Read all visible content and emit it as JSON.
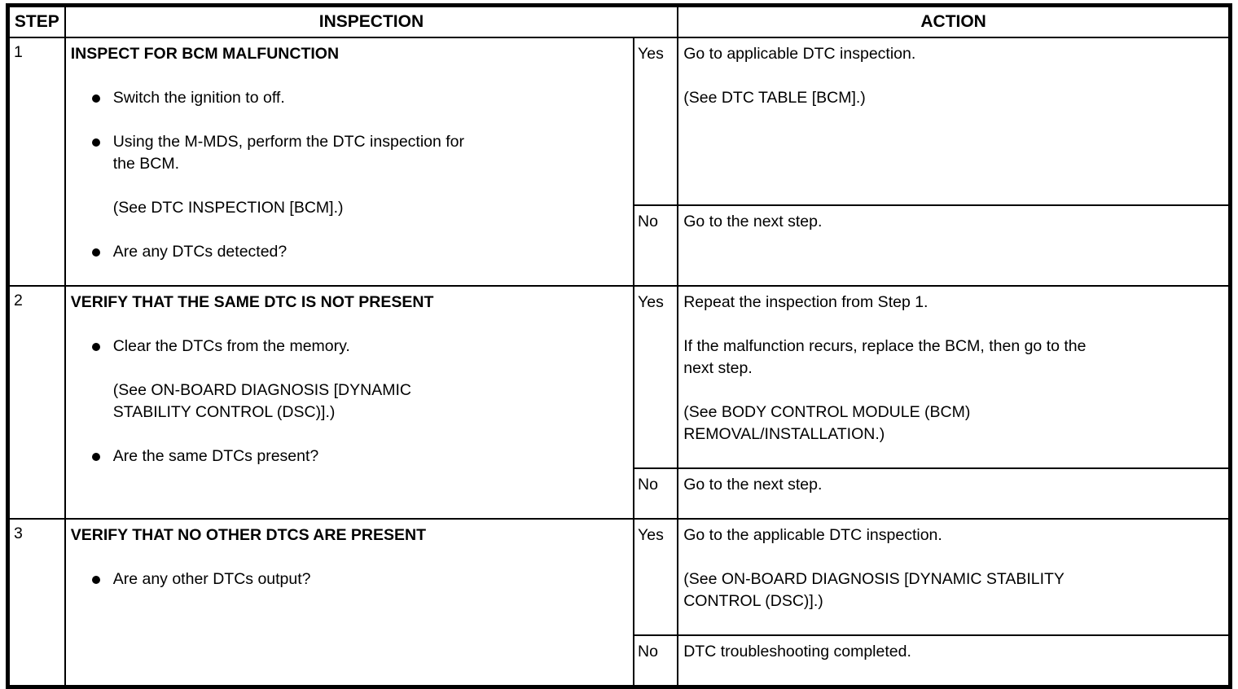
{
  "table": {
    "headers": {
      "step": "STEP",
      "inspection": "INSPECTION",
      "action": "ACTION"
    },
    "steps": [
      {
        "number": "1",
        "title": "INSPECT FOR BCM MALFUNCTION",
        "items": [
          {
            "kind": "bullet",
            "text": "Switch the ignition to off."
          },
          {
            "kind": "bullet",
            "text": "Using the M-MDS, perform the DTC inspection for\nthe BCM."
          },
          {
            "kind": "note",
            "text": "(See DTC INSPECTION [BCM].)"
          },
          {
            "kind": "bullet",
            "text": "Are any DTCs detected?"
          }
        ],
        "yes_label": "Yes",
        "no_label": "No",
        "yes_actions": [
          "Go to applicable DTC inspection.",
          "(See DTC TABLE [BCM].)"
        ],
        "no_actions": [
          "Go to the next step."
        ]
      },
      {
        "number": "2",
        "title": "VERIFY THAT THE SAME DTC IS NOT PRESENT",
        "items": [
          {
            "kind": "bullet",
            "text": "Clear the DTCs from the memory."
          },
          {
            "kind": "note",
            "text": "(See ON-BOARD DIAGNOSIS [DYNAMIC\nSTABILITY CONTROL (DSC)].)"
          },
          {
            "kind": "bullet",
            "text": "Are the same DTCs present?"
          }
        ],
        "yes_label": "Yes",
        "no_label": "No",
        "yes_actions": [
          "Repeat the inspection from Step 1.",
          "If the malfunction recurs, replace the BCM, then go to the\nnext step.",
          "(See BODY CONTROL MODULE (BCM)\nREMOVAL/INSTALLATION.)"
        ],
        "no_actions": [
          "Go to the next step."
        ]
      },
      {
        "number": "3",
        "title": "VERIFY THAT NO OTHER DTCS ARE PRESENT",
        "items": [
          {
            "kind": "bullet",
            "text": "Are any other DTCs output?"
          }
        ],
        "yes_label": "Yes",
        "no_label": "No",
        "yes_actions": [
          "Go to the applicable DTC inspection.",
          "(See ON-BOARD DIAGNOSIS [DYNAMIC STABILITY\nCONTROL (DSC)].)"
        ],
        "no_actions": [
          "DTC troubleshooting completed."
        ]
      }
    ]
  }
}
